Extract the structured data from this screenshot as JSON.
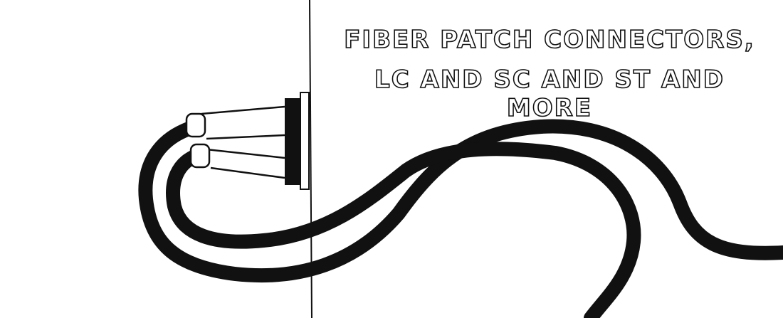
{
  "heading": {
    "line1": "FIBER PATCH CONNECTORS,",
    "line2": "LC AND SC AND ST AND MORE"
  },
  "illustration": {
    "subject": "fiber-patch-cable-plugged-into-wall",
    "ink_color": "#111111",
    "background": "#ffffff"
  }
}
